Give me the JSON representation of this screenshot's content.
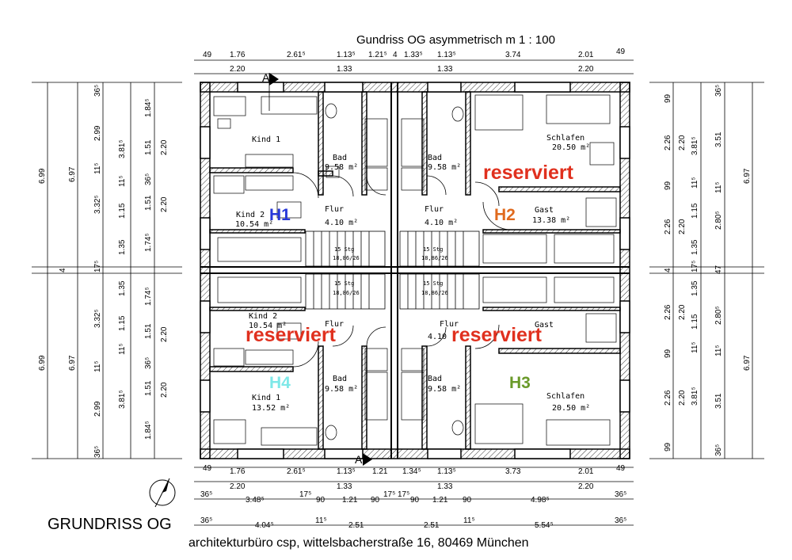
{
  "title": "Gundriss OG asymmetrisch  m 1 : 100",
  "caption": "GRUNDRISS OG",
  "address": "architekturbüro csp, wittelsbacherstraße 16, 80469 München",
  "section_marker": "A",
  "houses": {
    "h1": "H1",
    "h2": "H2",
    "h3": "H3",
    "h4": "H4",
    "colors": {
      "h1": "#2838d8",
      "h2": "#e06a1e",
      "h3": "#6a9a2a",
      "h4": "#7ee8e8"
    }
  },
  "reserved_label": "reserviert",
  "rooms": {
    "kind1_top": {
      "name": "Kind 1"
    },
    "kind2_top": {
      "name": "Kind 2",
      "area": "10.54 m²"
    },
    "bad_tl": {
      "name": "Bad",
      "area": "9.58 m²"
    },
    "bad_tr": {
      "name": "Bad",
      "area": "9.58 m²"
    },
    "schlafen_top": {
      "name": "Schlafen",
      "area": "20.50 m²"
    },
    "gast_top": {
      "name": "Gast",
      "area": "13.38 m²"
    },
    "flur_tl": {
      "name": "Flur",
      "area": "4.10 m²"
    },
    "flur_tr": {
      "name": "Flur",
      "area": "4.10 m²"
    },
    "stair_tl": {
      "l1": "15 Stg",
      "l2": "18,86/26"
    },
    "stair_tr": {
      "l1": "15 Stg",
      "l2": "18,86/26"
    },
    "stair_bl": {
      "l1": "15 Stg",
      "l2": "18,86/26"
    },
    "stair_br": {
      "l1": "15 Stg",
      "l2": "18,86/26"
    },
    "kind2_bot": {
      "name": "Kind 2",
      "area": "10.54 m²"
    },
    "flur_bl": {
      "name": "Flur"
    },
    "flur_br": {
      "name": "Flur",
      "area": "4.10"
    },
    "gast_bot": {
      "name": "Gast"
    },
    "bad_bl": {
      "name": "Bad",
      "area": "9.58 m²"
    },
    "bad_br": {
      "name": "Bad",
      "area": "9.58 m²"
    },
    "kind1_bot": {
      "name": "Kind 1",
      "area": "13.52 m²"
    },
    "schlafen_bot": {
      "name": "Schlafen",
      "area": "20.50 m²"
    }
  },
  "dims": {
    "top1": [
      "49",
      "1.76",
      "2.61⁵",
      "1.13⁵",
      "1.21⁵",
      "4",
      "1.33⁵",
      "1.13⁵",
      "3.74",
      "2.01",
      "49"
    ],
    "top2": [
      "2.20",
      "1.33",
      "1.33",
      "2.20"
    ],
    "bot1": [
      "49",
      "1.76",
      "2.61⁵",
      "1.13⁵",
      "1.21",
      "1.34⁵",
      "1.13⁵",
      "3.73",
      "2.01",
      "49"
    ],
    "bot2": [
      "2.20",
      "1.33",
      "1.33",
      "2.20"
    ],
    "bot3": [
      "36⁵",
      "3.48⁵",
      "17⁵",
      "90",
      "1.21",
      "90",
      "17⁵",
      "17⁵",
      "90",
      "1.21",
      "90",
      "4.98⁵",
      "36⁵"
    ],
    "bot4": [
      "36⁵",
      "4.04⁵",
      "11⁵",
      "2.51",
      "2.51",
      "11⁵",
      "5.54⁵",
      "36⁵"
    ],
    "left_outer": [
      "6.99",
      "4",
      "6.99"
    ],
    "left_c2": [
      "6.97",
      "6.97"
    ],
    "left_c3": [
      "36⁵",
      "2.99",
      "11⁵",
      "3.32⁵",
      "1.35",
      "17⁵",
      "1.35",
      "3.32⁵",
      "11⁵",
      "2.99",
      "36⁵"
    ],
    "left_c4": [
      "3.81⁵",
      "1.15",
      "11⁵",
      "11⁵",
      "1.15",
      "3.81⁵"
    ],
    "left_c5": [
      "1.84⁵",
      "1.51",
      "36⁵",
      "1.51",
      "1.74⁵",
      "1.74⁵",
      "1.51",
      "36⁵",
      "1.51",
      "1.84⁵"
    ],
    "left_c6": [
      "2.20",
      "2.20",
      "2.20",
      "2.20"
    ],
    "right_c1": [
      "99",
      "2.26",
      "99",
      "2.26",
      "4",
      "2.26",
      "99",
      "2.26",
      "99"
    ],
    "right_c2": [
      "2.20",
      "2.20",
      "2.20",
      "2.20"
    ],
    "right_c3": [
      "3.81⁵",
      "1.15",
      "11⁵",
      "1.35",
      "17⁵",
      "1.35",
      "11⁵",
      "1.15",
      "3.81⁵"
    ],
    "right_c4": [
      "36⁵",
      "3.51",
      "11⁵",
      "2.80⁵",
      "47",
      "2.80⁵",
      "11⁵",
      "3.51",
      "36⁵"
    ],
    "right_c5": [
      "6.97",
      "6.97"
    ]
  }
}
